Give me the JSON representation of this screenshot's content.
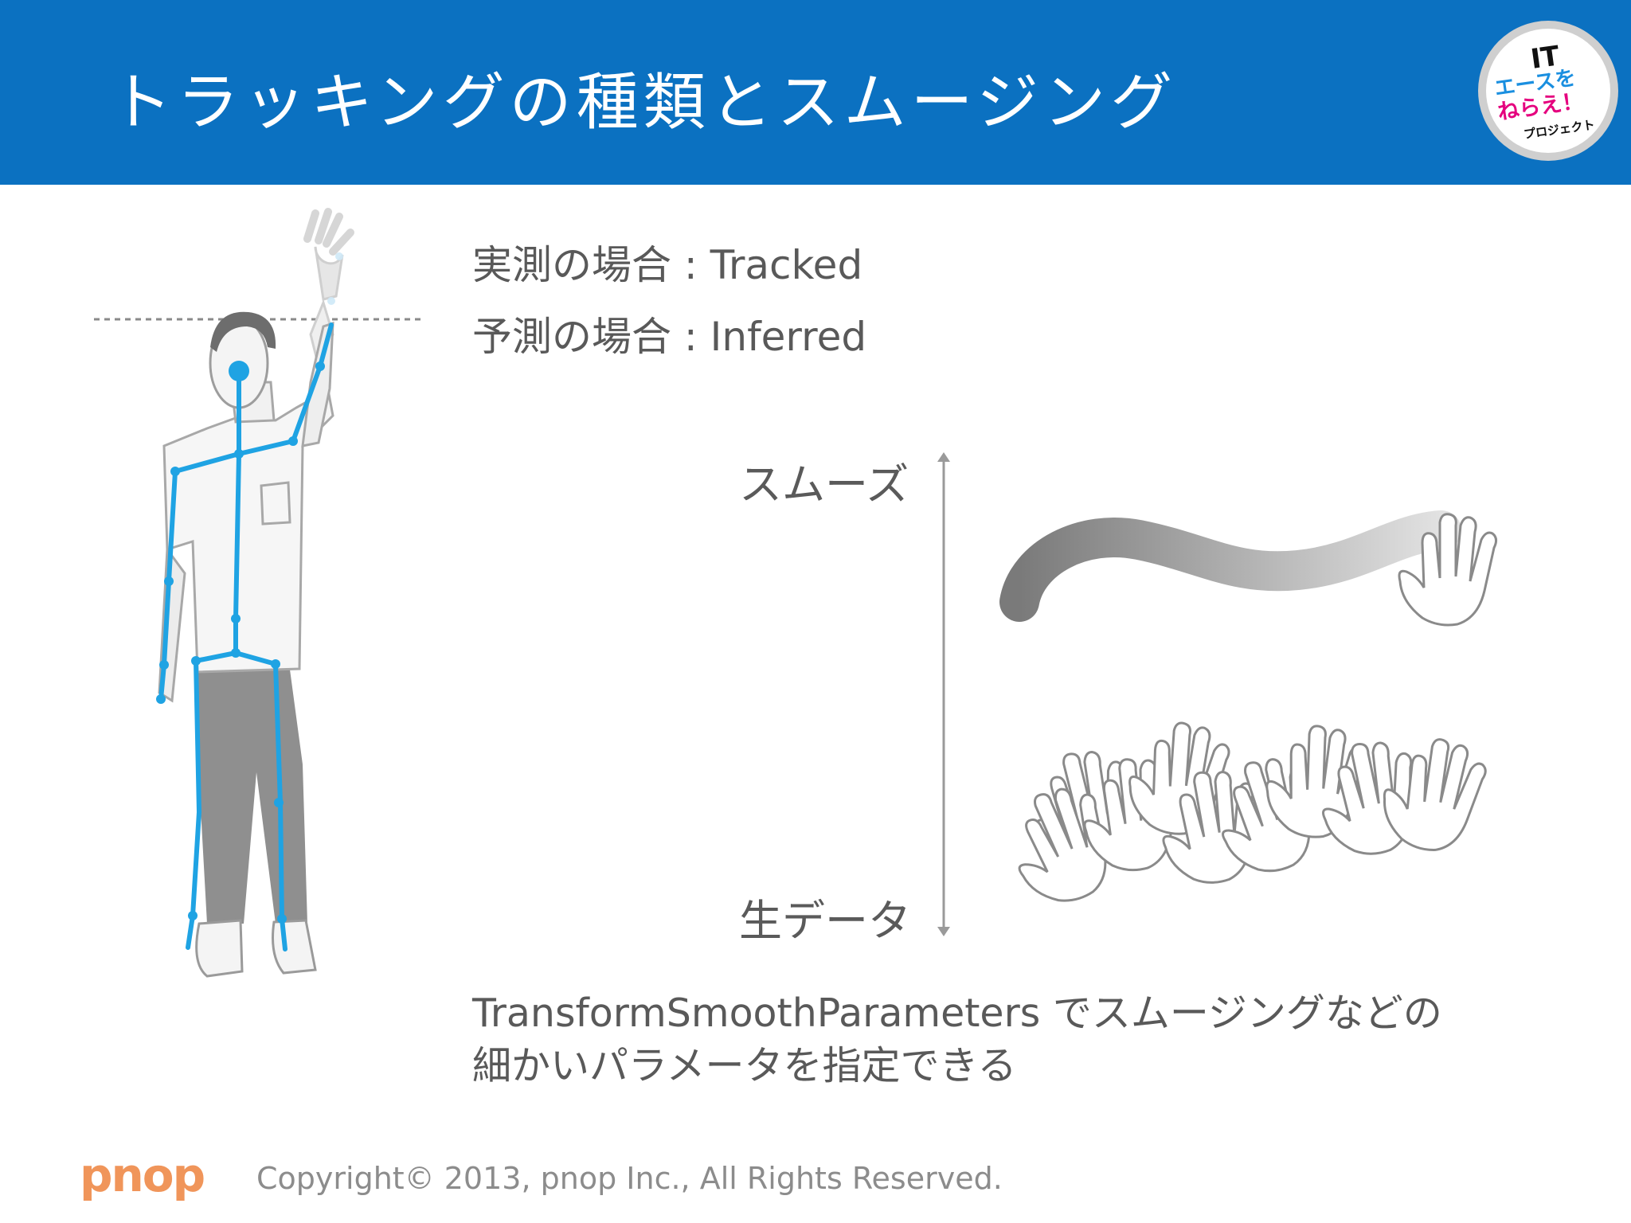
{
  "header": {
    "title": "トラッキングの種類とスムージング",
    "badge_text": [
      "IT",
      "エースを",
      "ねらえ！",
      "プロジェクト"
    ],
    "bg_color": "#0b71c1"
  },
  "tracking_states": [
    {
      "label": "実測の場合 : Tracked"
    },
    {
      "label": "予測の場合 : Inferred"
    }
  ],
  "smoothing_scale": {
    "top_label": "スムーズ",
    "bottom_label": "生データ"
  },
  "description": {
    "line1": "TransformSmoothParameters でスムージングなどの",
    "line2": "細かいパラメータを指定できる"
  },
  "footer": {
    "brand": "pnop",
    "copyright": "Copyright© 2013, pnop Inc., All Rights Reserved.",
    "brand_color": "#f0955a"
  },
  "icons": [
    "skeleton-figure-illustration",
    "hand-icon",
    "smooth-trail-icon",
    "arrow-up-down-icon"
  ],
  "colors": {
    "skeleton": "#1fa3e3",
    "text": "#595959"
  }
}
